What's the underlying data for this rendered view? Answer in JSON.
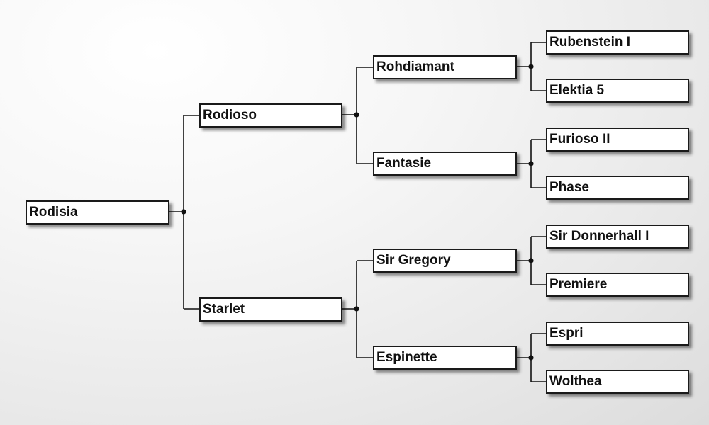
{
  "pedigree": {
    "subject": "Rodisia",
    "sire": "Rodioso",
    "dam": "Starlet",
    "sire_sire": "Rohdiamant",
    "sire_dam": "Fantasie",
    "dam_sire": "Sir Gregory",
    "dam_dam": "Espinette",
    "sire_sire_sire": "Rubenstein I",
    "sire_sire_dam": "Elektia 5",
    "sire_dam_sire": "Furioso II",
    "sire_dam_dam": "Phase",
    "dam_sire_sire": "Sir Donnerhall I",
    "dam_sire_dam": "Premiere",
    "dam_dam_sire": "Espri",
    "dam_dam_dam": "Wolthea"
  }
}
